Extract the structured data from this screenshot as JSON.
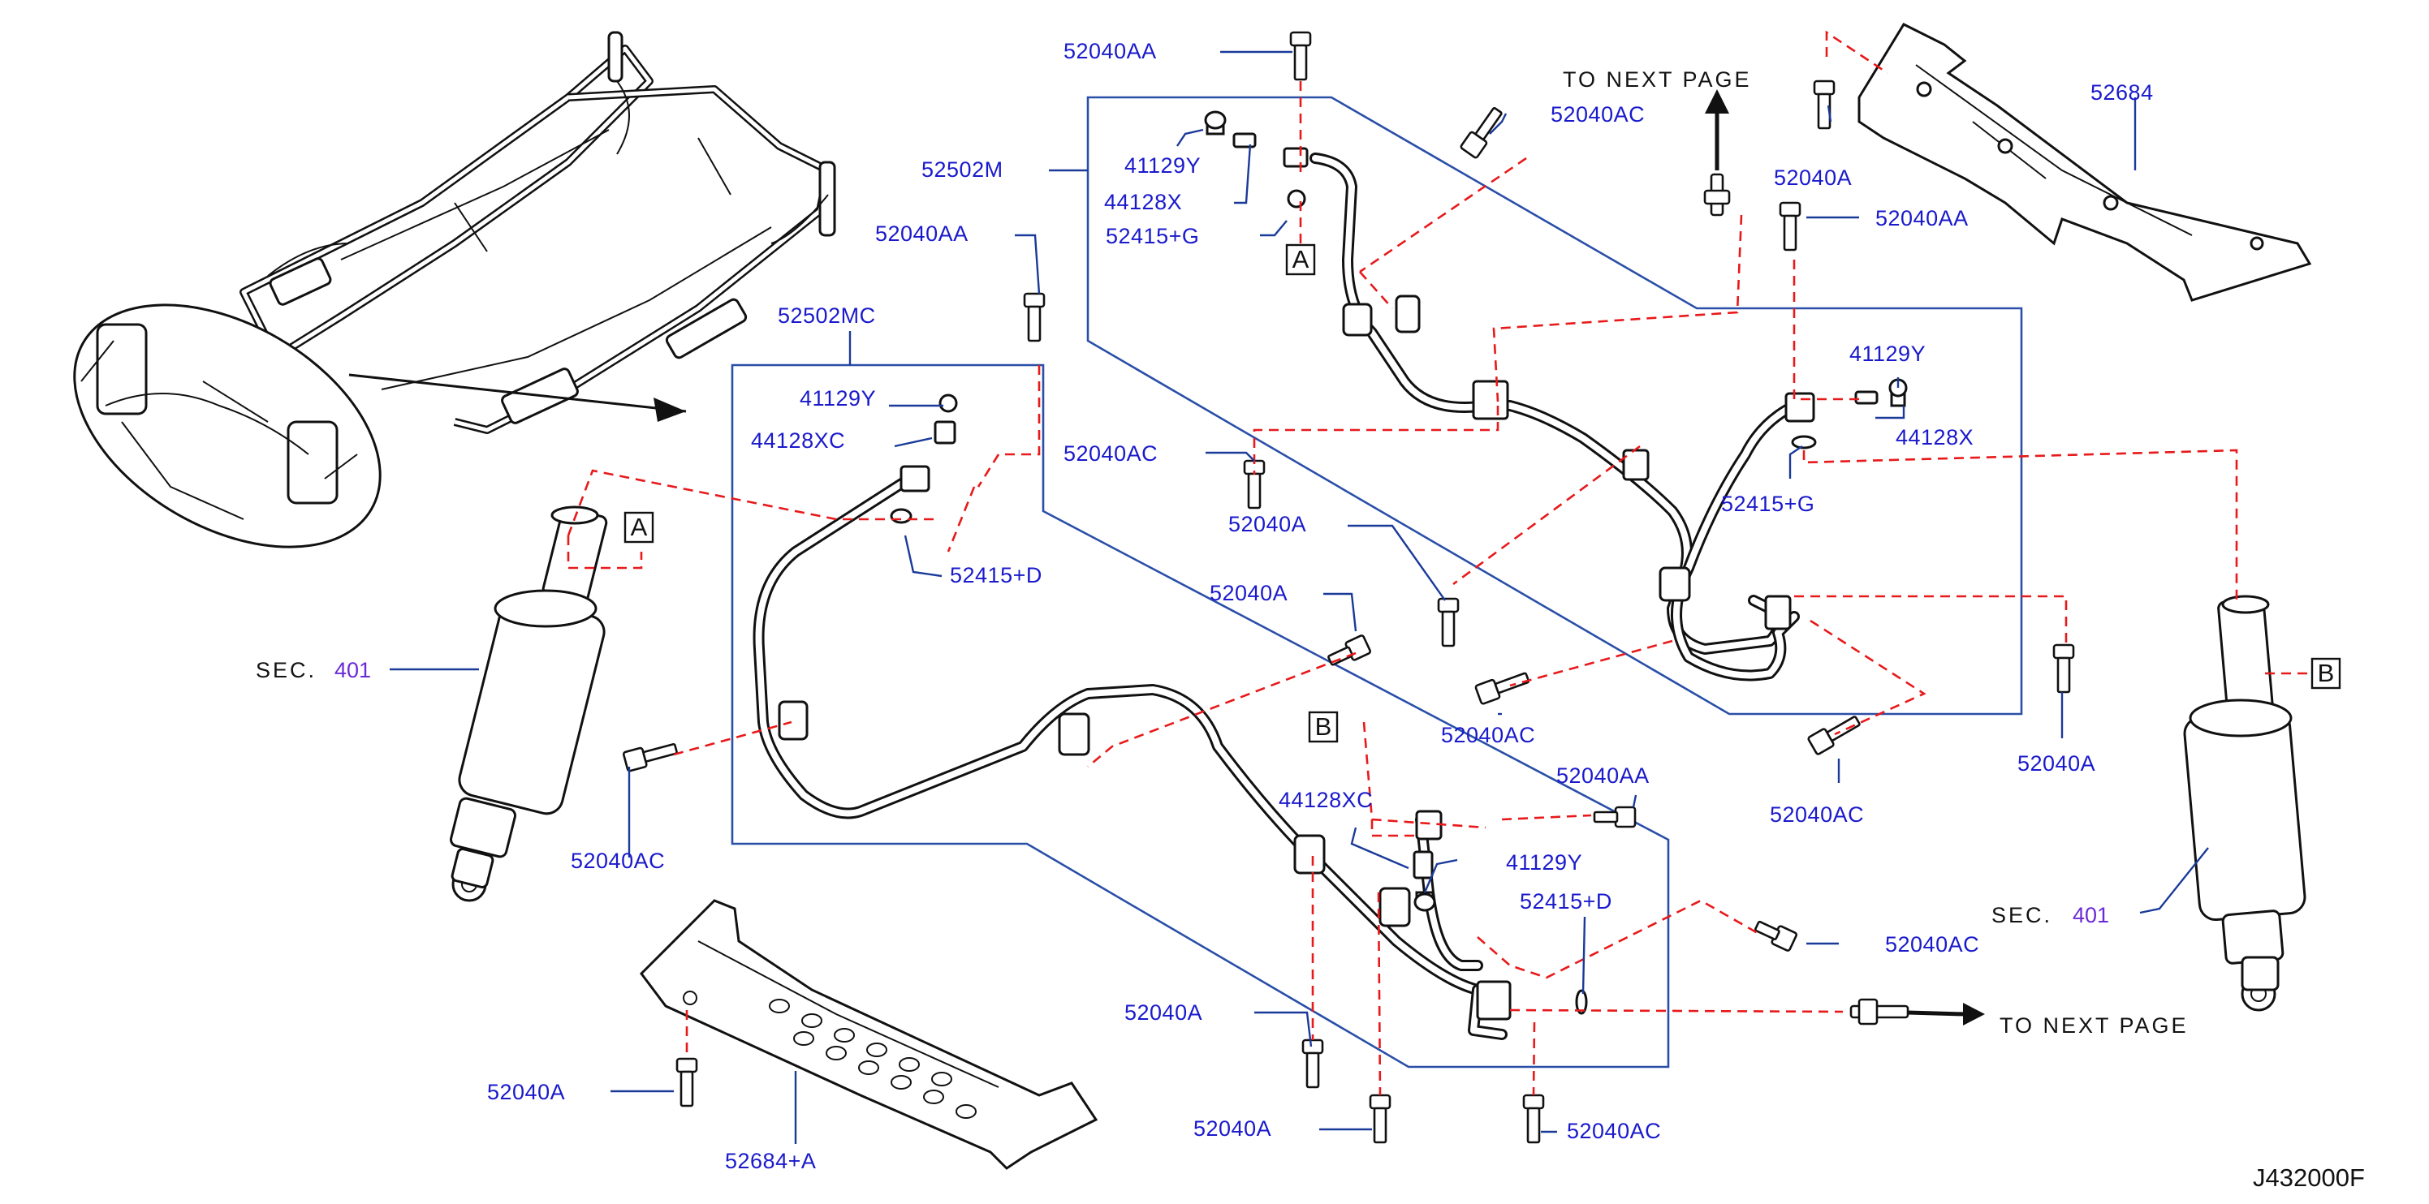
{
  "diagram_code": "J432000F",
  "references": {
    "to_next_page": "TO NEXT PAGE",
    "sec_label": "SEC.",
    "sec_number": "401",
    "ref_a": "A",
    "ref_b": "B"
  },
  "parts": {
    "p52040AA": "52040AA",
    "p52502M": "52502M",
    "p41129Y": "41129Y",
    "p44128X": "44128X",
    "p52415G": "52415+G",
    "p52040AC": "52040AC",
    "p52040A": "52040A",
    "p52684": "52684",
    "p52502MC": "52502MC",
    "p44128XC": "44128XC",
    "p52415D": "52415+D",
    "p52684A": "52684+A"
  },
  "colors": {
    "label": "#1a1acc",
    "sec_number": "#6a2ad8",
    "outline": "#2a4fa8",
    "dashed_link": "#e8191a"
  }
}
